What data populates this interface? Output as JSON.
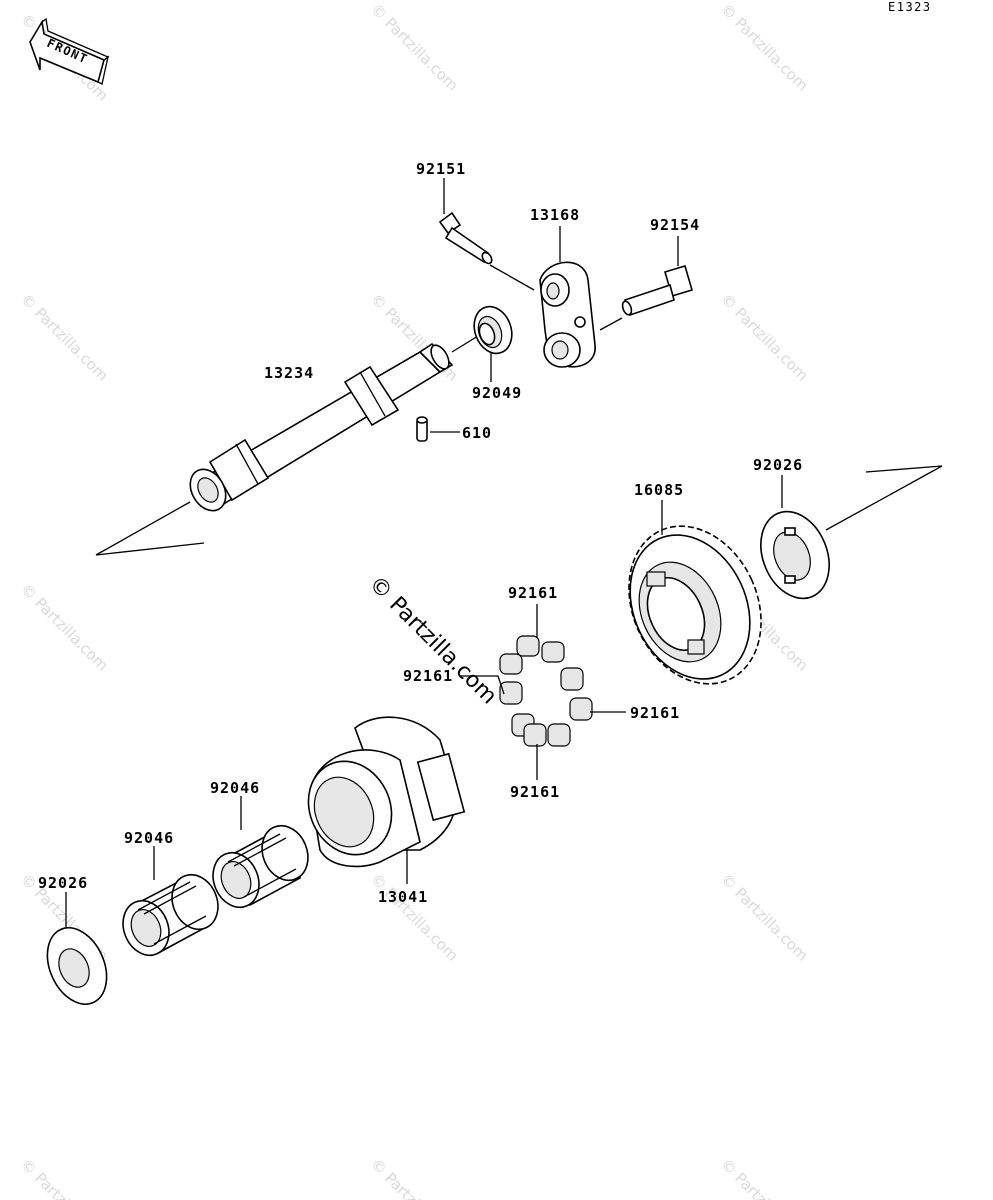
{
  "diagram_code": "E1323",
  "front_label": "FRONT",
  "watermark": "© Partzilla.com",
  "parts": [
    {
      "id": "p92151",
      "number": "92151"
    },
    {
      "id": "p13168",
      "number": "13168"
    },
    {
      "id": "p92154",
      "number": "92154"
    },
    {
      "id": "p92049",
      "number": "92049"
    },
    {
      "id": "p13234",
      "number": "13234"
    },
    {
      "id": "p610",
      "number": "610"
    },
    {
      "id": "p92026a",
      "number": "92026"
    },
    {
      "id": "p16085",
      "number": "16085"
    },
    {
      "id": "p92161a",
      "number": "92161"
    },
    {
      "id": "p92161b",
      "number": "92161"
    },
    {
      "id": "p92161c",
      "number": "92161"
    },
    {
      "id": "p92161d",
      "number": "92161"
    },
    {
      "id": "p92046a",
      "number": "92046"
    },
    {
      "id": "p92046b",
      "number": "92046"
    },
    {
      "id": "p13041",
      "number": "13041"
    },
    {
      "id": "p92026b",
      "number": "92026"
    }
  ]
}
